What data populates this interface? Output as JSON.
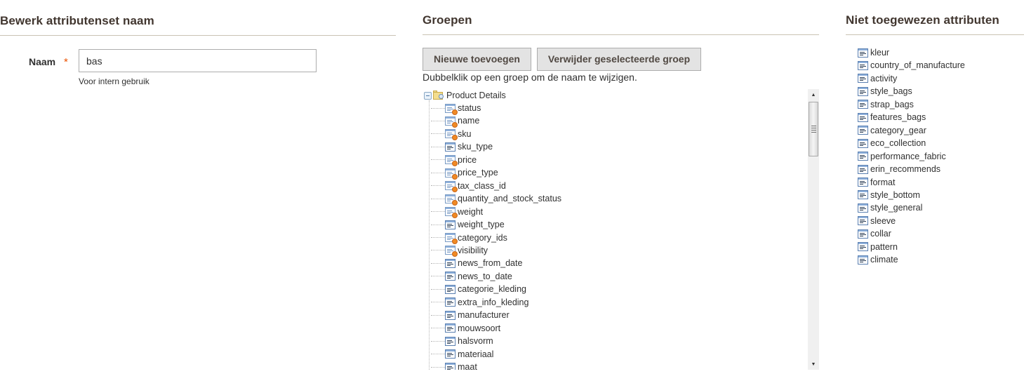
{
  "left": {
    "title": "Bewerk attributenset naam",
    "name_label": "Naam",
    "required_marker": "*",
    "name_value": "bas",
    "name_note": "Voor intern gebruik"
  },
  "groups": {
    "title": "Groepen",
    "add_button": "Nieuwe toevoegen",
    "delete_button": "Verwijder geselecteerde groep",
    "hint": "Dubbelklik op een groep om de naam te wijzigen.",
    "tree": {
      "root": {
        "label": "Product Details",
        "icon": "folder-icon",
        "expanded": true
      },
      "items": [
        {
          "label": "status",
          "system": true
        },
        {
          "label": "name",
          "system": true
        },
        {
          "label": "sku",
          "system": true
        },
        {
          "label": "sku_type",
          "system": false
        },
        {
          "label": "price",
          "system": true
        },
        {
          "label": "price_type",
          "system": true
        },
        {
          "label": "tax_class_id",
          "system": true
        },
        {
          "label": "quantity_and_stock_status",
          "system": true
        },
        {
          "label": "weight",
          "system": true
        },
        {
          "label": "weight_type",
          "system": false
        },
        {
          "label": "category_ids",
          "system": true
        },
        {
          "label": "visibility",
          "system": true
        },
        {
          "label": "news_from_date",
          "system": false
        },
        {
          "label": "news_to_date",
          "system": false
        },
        {
          "label": "categorie_kleding",
          "system": false
        },
        {
          "label": "extra_info_kleding",
          "system": false
        },
        {
          "label": "manufacturer",
          "system": false
        },
        {
          "label": "mouwsoort",
          "system": false
        },
        {
          "label": "halsvorm",
          "system": false
        },
        {
          "label": "materiaal",
          "system": false
        },
        {
          "label": "maat",
          "system": false
        }
      ]
    },
    "scrollbar": {
      "up_glyph": "▲",
      "down_glyph": "▼"
    }
  },
  "unassigned": {
    "title": "Niet toegewezen attributen",
    "items": [
      "kleur",
      "country_of_manufacture",
      "activity",
      "style_bags",
      "strap_bags",
      "features_bags",
      "category_gear",
      "eco_collection",
      "performance_fabric",
      "erin_recommends",
      "format",
      "style_bottom",
      "style_general",
      "sleeve",
      "collar",
      "pattern",
      "climate"
    ]
  },
  "colors": {
    "required": "#eb5202",
    "heading": "#41362f",
    "button_bg": "#e3e3e3",
    "rule": "#cac3b4"
  }
}
